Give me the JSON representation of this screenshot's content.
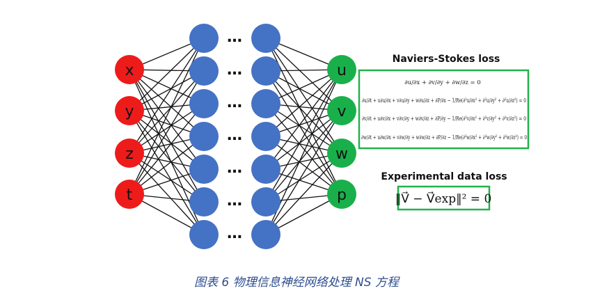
{
  "inputs": [
    "x",
    "y",
    "z",
    "t"
  ],
  "outputs": [
    "u",
    "v",
    "w",
    "p"
  ],
  "hidden_layers": 2,
  "hidden_nodes_per_layer": 7,
  "ellipsis": "…",
  "colors": {
    "input": "#ee1b1b",
    "hidden": "#4472c4",
    "output": "#19b04b",
    "box_border": "#22b14c",
    "caption": "#2e4e8e"
  },
  "ns_loss": {
    "title": "Naviers-Stokes loss",
    "equations": [
      "∂u/∂x + ∂v/∂y + ∂w/∂z = 0",
      "∂u/∂t + u∂u/∂x + v∂u/∂y + w∂u/∂z + ∂P/∂x − 1/Re(∂²u/∂x² + ∂²u/∂y² + ∂²u/∂z²) = 0",
      "∂v/∂t + u∂v/∂x + v∂v/∂y + w∂v/∂z + ∂P/∂y − 1/Re(∂²v/∂x² + ∂²v/∂y² + ∂²v/∂z²) = 0",
      "∂w/∂t + u∂w/∂x + v∂w/∂y + w∂w/∂z + ∂P/∂z − 1/Re(∂²w/∂x² + ∂²w/∂y² + ∂²w/∂z²) = 0"
    ]
  },
  "exp_loss": {
    "title": "Experimental data loss",
    "equation": "‖V⃗ − V⃗exp‖² = 0"
  },
  "caption": "图表 6 物理信息神经网络处理 NS 方程"
}
